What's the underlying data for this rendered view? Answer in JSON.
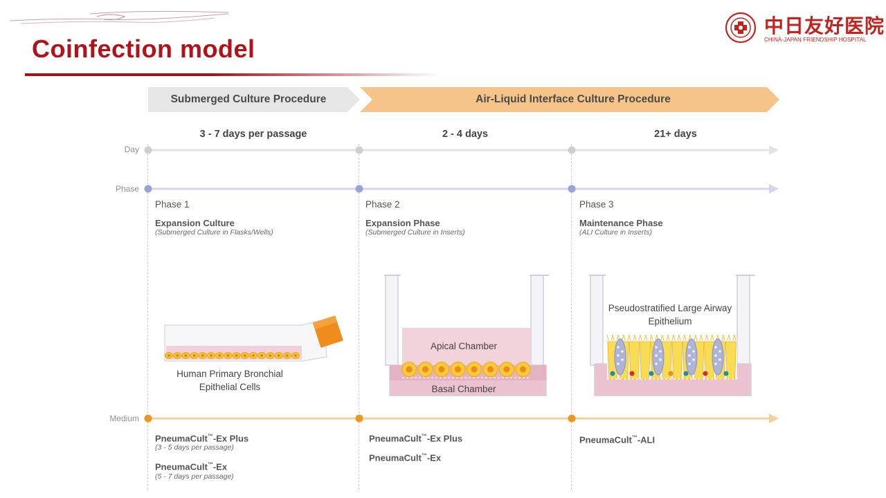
{
  "slide": {
    "title": "Coinfection model"
  },
  "logo": {
    "chinese_name": "中日友好医院",
    "english_name": "CHINA-JAPAN FRIENDSHIP HOSPITAL"
  },
  "procedures": [
    {
      "label": "Submerged Culture Procedure",
      "color": "#e6e6e6"
    },
    {
      "label": "Air-Liquid Interface Culture Procedure",
      "color": "#f6c489"
    }
  ],
  "periods": [
    "3 - 7 days per passage",
    "2 - 4 days",
    "21+ days"
  ],
  "axes": {
    "day": "Day",
    "phase": "Phase",
    "medium": "Medium"
  },
  "colors": {
    "day_line": "#e3e3e3",
    "phase_line": "#d3d6ee",
    "phase_dot": "#9aa2d6",
    "medium_line": "#f7cf9a",
    "medium_dot": "#f0951f",
    "accent_red": "#b0141b"
  },
  "phases": [
    {
      "number": "Phase 1",
      "name": "Expansion Culture",
      "subtitle": "(Submerged Culture in Flasks/Wells)"
    },
    {
      "number": "Phase 2",
      "name": "Expansion Phase",
      "subtitle": "(Submerged Culture in Inserts)"
    },
    {
      "number": "Phase 3",
      "name": "Maintenance Phase",
      "subtitle": "(ALI Culture in Inserts)"
    }
  ],
  "illustrations": {
    "flask_caption": "Human Primary Bronchial Epithelial Cells",
    "apical_chamber": "Apical Chamber",
    "basal_chamber": "Basal Chamber",
    "epithelium_caption": "Pseudostratified Large Airway Epithelium"
  },
  "media": {
    "phase1": [
      {
        "name": "PneumaCult",
        "suffix": "-Ex Plus",
        "note": "(3 - 5 days per passage)"
      },
      {
        "name": "PneumaCult",
        "suffix": "-Ex",
        "note": "(5 - 7 days per passage)"
      }
    ],
    "phase2": [
      {
        "name": "PneumaCult",
        "suffix": "-Ex Plus"
      },
      {
        "name": "PneumaCult",
        "suffix": "-Ex"
      }
    ],
    "phase3": [
      {
        "name": "PneumaCult",
        "suffix": "-ALI"
      }
    ],
    "trademark": "™"
  }
}
